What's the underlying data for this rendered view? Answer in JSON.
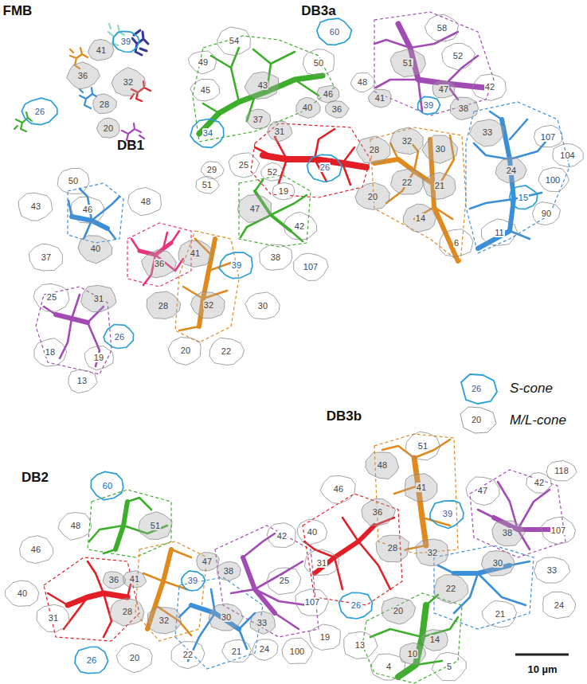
{
  "diagram": {
    "nodes": [
      {
        "text": [
          "39"
        ]
      },
      {
        "text": [
          "41"
        ]
      },
      {
        "text": [
          "36"
        ]
      },
      {
        "text": [
          "32"
        ]
      },
      {
        "text": [
          "28"
        ]
      },
      {
        "text": [
          "26"
        ]
      },
      {
        "text": [
          "20"
        ]
      },
      {
        "text": [
          "60"
        ]
      },
      {
        "text": [
          "58"
        ]
      },
      {
        "text": [
          "54"
        ]
      },
      {
        "text": [
          "52"
        ]
      },
      {
        "text": [
          "49"
        ]
      },
      {
        "text": [
          "50"
        ]
      },
      {
        "text": [
          "51"
        ]
      },
      {
        "text": [
          "48"
        ]
      },
      {
        "text": [
          "43"
        ]
      },
      {
        "text": [
          "42"
        ]
      },
      {
        "text": [
          "47"
        ]
      },
      {
        "text": [
          "45"
        ]
      },
      {
        "text": [
          "46"
        ]
      },
      {
        "text": [
          "41"
        ]
      },
      {
        "text": [
          "39"
        ]
      },
      {
        "text": [
          "40"
        ]
      },
      {
        "text": [
          "38"
        ]
      },
      {
        "text": [
          "36"
        ]
      },
      {
        "text": [
          "37"
        ]
      },
      {
        "text": [
          "31"
        ]
      },
      {
        "text": [
          "33"
        ]
      },
      {
        "text": [
          "34"
        ]
      },
      {
        "text": [
          "107"
        ]
      },
      {
        "text": [
          "32"
        ]
      },
      {
        "text": [
          "30"
        ]
      },
      {
        "text": [
          "28"
        ]
      },
      {
        "text": [
          "104"
        ]
      },
      {
        "text": [
          "25"
        ]
      },
      {
        "text": [
          "26"
        ]
      },
      {
        "text": [
          "29"
        ]
      },
      {
        "text": [
          "24"
        ]
      },
      {
        "text": [
          "100"
        ]
      },
      {
        "text": [
          "22"
        ]
      },
      {
        "text": [
          "21"
        ]
      },
      {
        "text": [
          "19"
        ]
      },
      {
        "text": [
          "20"
        ]
      },
      {
        "text": [
          "15"
        ]
      },
      {
        "text": [
          "90"
        ]
      },
      {
        "text": [
          "14"
        ]
      },
      {
        "text": [
          "11"
        ]
      },
      {
        "text": [
          "6"
        ]
      },
      {
        "text": [
          "52"
        ]
      },
      {
        "text": [
          "50"
        ]
      },
      {
        "text": [
          "51"
        ]
      },
      {
        "text": [
          "48"
        ]
      },
      {
        "text": [
          "43"
        ]
      },
      {
        "text": [
          "47"
        ]
      },
      {
        "text": [
          "46"
        ]
      },
      {
        "text": [
          "42"
        ]
      },
      {
        "text": [
          "40"
        ]
      },
      {
        "text": [
          "41"
        ]
      },
      {
        "text": [
          "37"
        ]
      },
      {
        "text": [
          "38"
        ]
      },
      {
        "text": [
          "36"
        ]
      },
      {
        "text": [
          "39"
        ]
      },
      {
        "text": [
          "107"
        ]
      },
      {
        "text": [
          "25"
        ]
      },
      {
        "text": [
          "31"
        ]
      },
      {
        "text": [
          "32"
        ]
      },
      {
        "text": [
          "28"
        ]
      },
      {
        "text": [
          "30"
        ]
      },
      {
        "text": [
          "26"
        ]
      },
      {
        "text": [
          "20"
        ]
      },
      {
        "text": [
          "22"
        ]
      },
      {
        "text": [
          "18"
        ]
      },
      {
        "text": [
          "19"
        ]
      },
      {
        "text": [
          "13"
        ]
      },
      {
        "text": [
          "60"
        ]
      },
      {
        "text": [
          "48"
        ]
      },
      {
        "text": [
          "51"
        ]
      },
      {
        "text": [
          "42"
        ]
      },
      {
        "text": [
          "46"
        ]
      },
      {
        "text": [
          "47"
        ]
      },
      {
        "text": [
          "38"
        ]
      },
      {
        "text": [
          "41"
        ]
      },
      {
        "text": [
          "36"
        ]
      },
      {
        "text": [
          "39"
        ]
      },
      {
        "text": [
          "40"
        ]
      },
      {
        "text": [
          "107"
        ]
      },
      {
        "text": [
          "28"
        ]
      },
      {
        "text": [
          "30"
        ]
      },
      {
        "text": [
          "31"
        ]
      },
      {
        "text": [
          "32"
        ]
      },
      {
        "text": [
          "33"
        ]
      },
      {
        "text": [
          "24"
        ]
      },
      {
        "text": [
          "21"
        ]
      },
      {
        "text": [
          "100"
        ]
      },
      {
        "text": [
          "22"
        ]
      },
      {
        "text": [
          "20"
        ]
      },
      {
        "text": [
          "26"
        ]
      },
      {
        "text": [
          "51"
        ]
      },
      {
        "text": [
          "48"
        ]
      },
      {
        "text": [
          "118"
        ]
      },
      {
        "text": [
          "42"
        ]
      },
      {
        "text": [
          "41"
        ]
      },
      {
        "text": [
          "46"
        ]
      },
      {
        "text": [
          "47"
        ]
      },
      {
        "text": [
          "36"
        ]
      },
      {
        "text": [
          "39"
        ]
      },
      {
        "text": [
          "107"
        ]
      },
      {
        "text": [
          "40"
        ]
      },
      {
        "text": [
          "38"
        ]
      },
      {
        "text": [
          "28"
        ]
      },
      {
        "text": [
          "32"
        ]
      },
      {
        "text": [
          "31"
        ]
      },
      {
        "text": [
          "30"
        ]
      },
      {
        "text": [
          "33"
        ]
      },
      {
        "text": [
          "25"
        ]
      },
      {
        "text": [
          "22"
        ]
      },
      {
        "text": [
          "26"
        ]
      },
      {
        "text": [
          "24"
        ]
      },
      {
        "text": [
          "20"
        ]
      },
      {
        "text": [
          "21"
        ]
      },
      {
        "text": [
          "19"
        ]
      },
      {
        "text": [
          "14"
        ]
      },
      {
        "text": [
          "13"
        ]
      },
      {
        "text": [
          "10"
        ]
      },
      {
        "text": [
          "5"
        ]
      },
      {
        "text": [
          "4"
        ]
      }
    ],
    "labels": [
      "FMB",
      "DB3a",
      "DB1",
      "DB2",
      "DB3b",
      "26",
      "20",
      "10 µm"
    ],
    "legend": [
      {
        "text": "S-cone"
      },
      {
        "text": "M/L-cone"
      }
    ]
  }
}
